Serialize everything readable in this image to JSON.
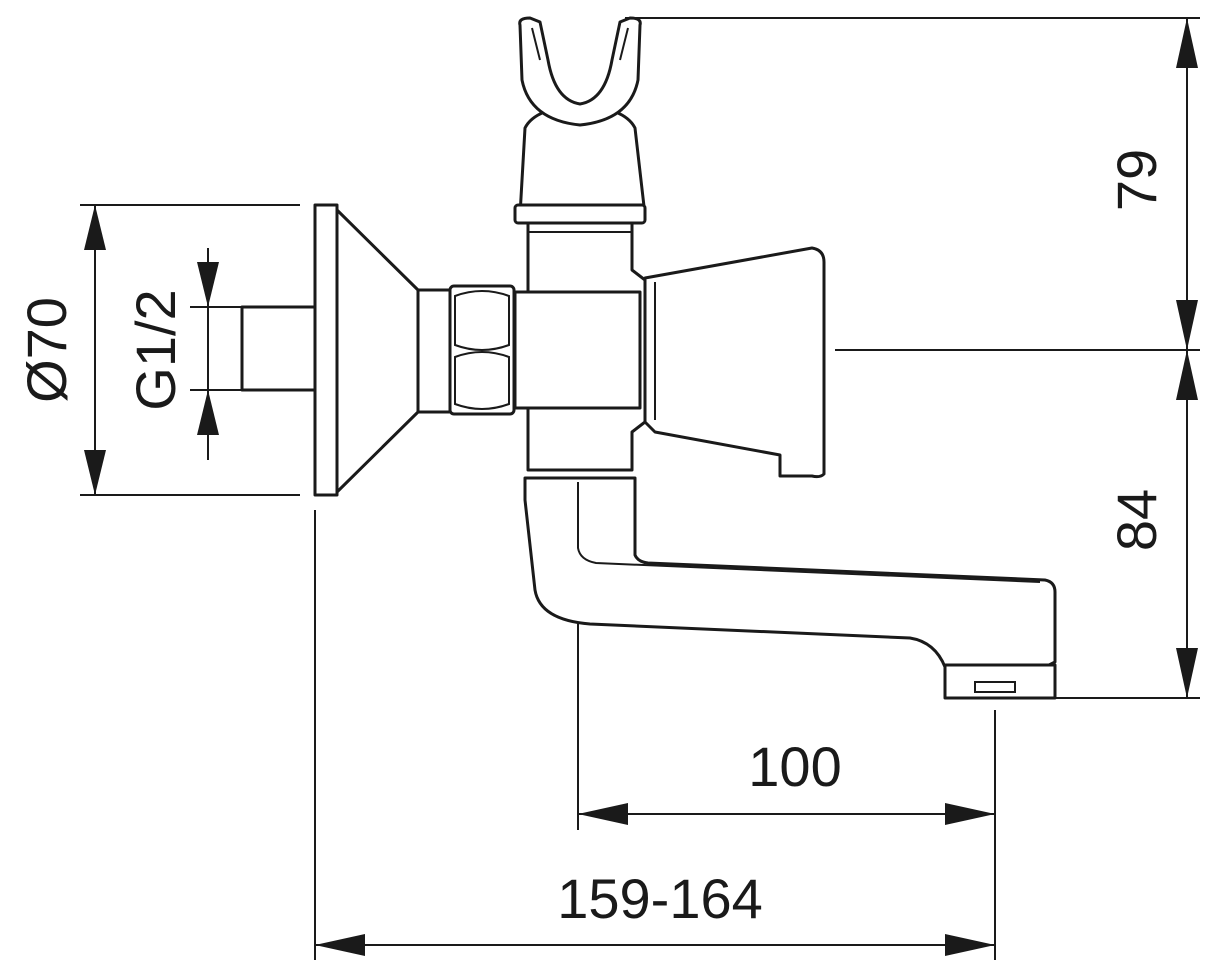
{
  "dimensions": {
    "diameter_flange": "Ø70",
    "thread": "G1/2",
    "height_upper": "79",
    "height_lower": "84",
    "spout_reach": "100",
    "overall_length": "159-164"
  }
}
